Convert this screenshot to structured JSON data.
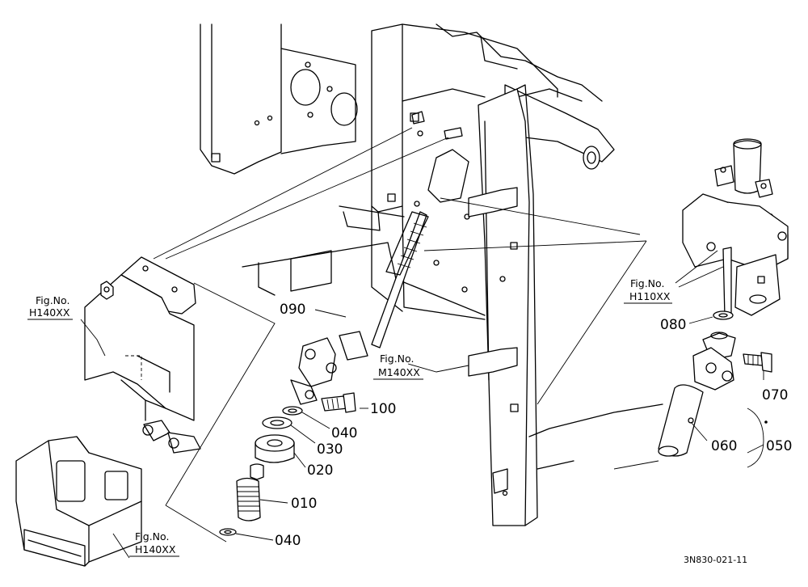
{
  "parts": [
    {
      "number": "010"
    },
    {
      "number": "020"
    },
    {
      "number": "030"
    },
    {
      "number": "040"
    },
    {
      "number": "040"
    },
    {
      "number": "050"
    },
    {
      "number": "060"
    },
    {
      "number": "070"
    },
    {
      "number": "080"
    },
    {
      "number": "090"
    },
    {
      "number": "100"
    }
  ],
  "references": [
    {
      "prefix": "Fig.No.",
      "figure": "H140XX"
    },
    {
      "prefix": "Fig.No.",
      "figure": "H140XX"
    },
    {
      "prefix": "Fig.No.",
      "figure": "M140XX"
    },
    {
      "prefix": "Fig.No.",
      "figure": "H110XX"
    }
  ],
  "drawing_code": "3N830-021-11"
}
